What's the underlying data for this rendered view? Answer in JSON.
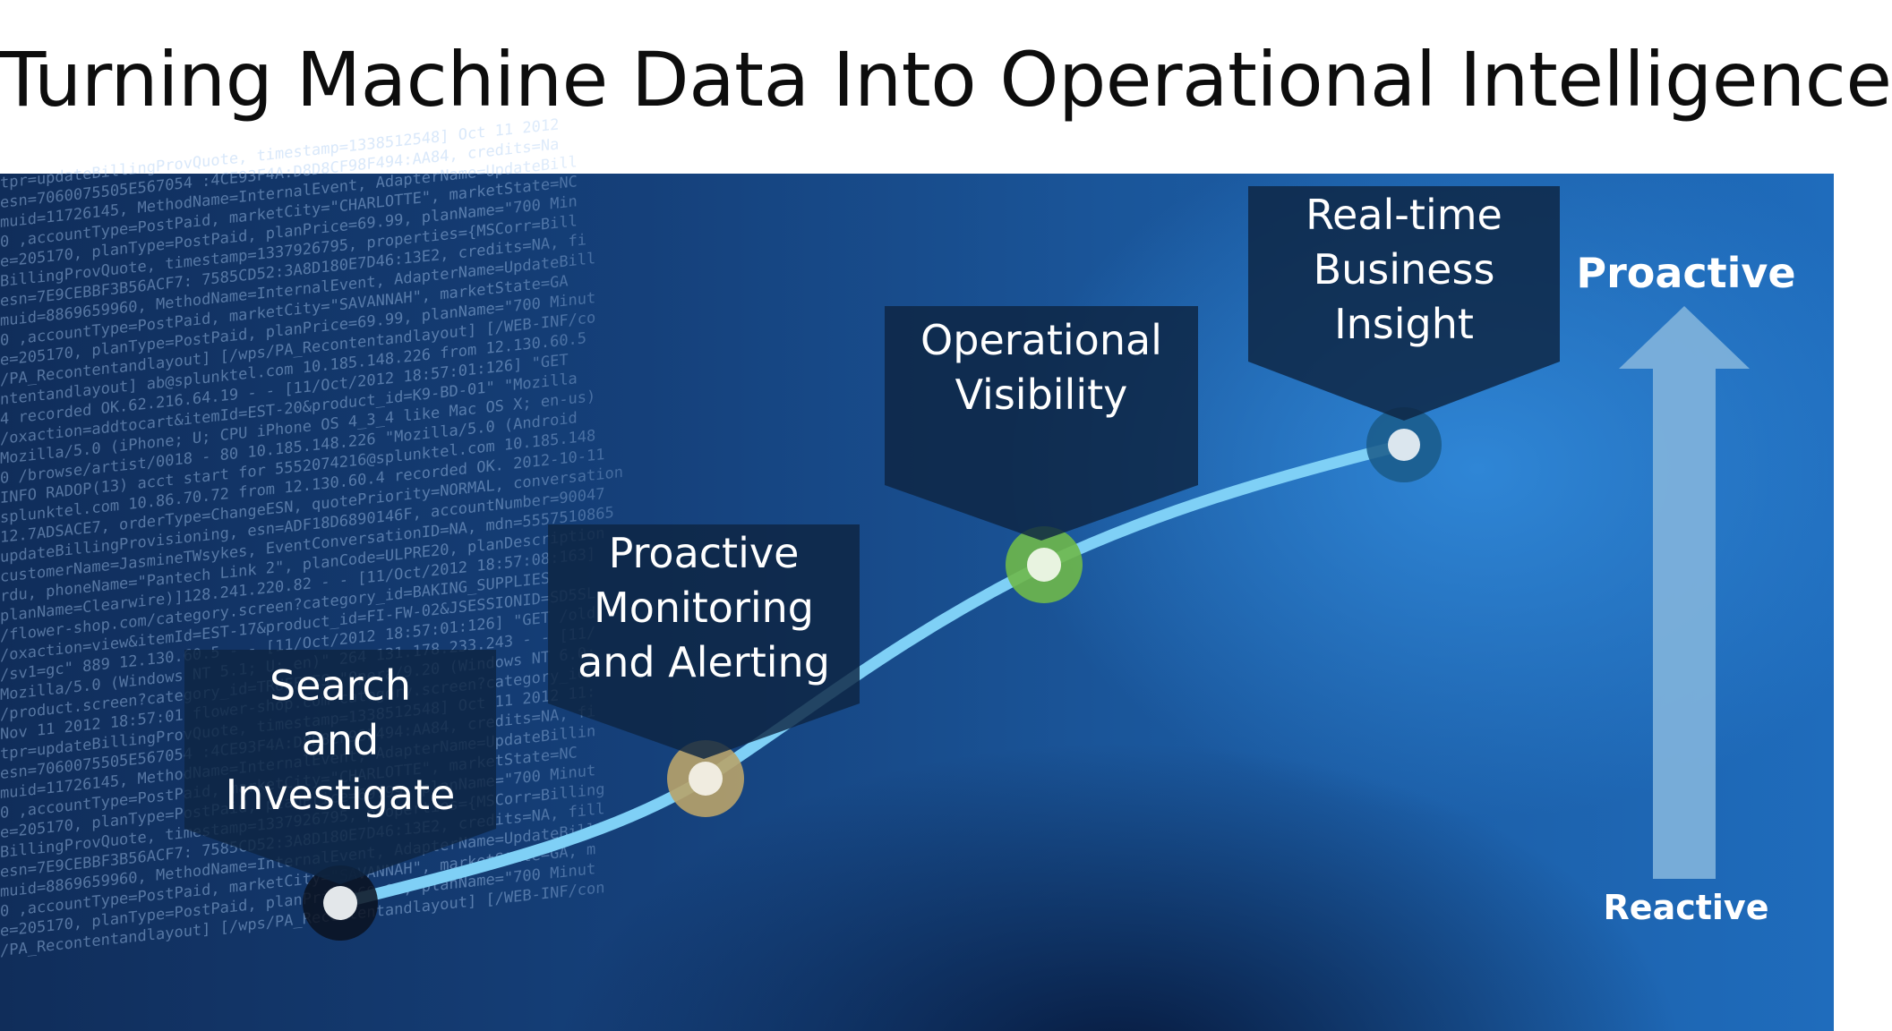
{
  "title": "Turning Machine Data Into Operational Intelligence",
  "axis": {
    "top_label": "Proactive",
    "bottom_label": "Reactive"
  },
  "stages": [
    {
      "lines": [
        "Search",
        "and",
        "Investigate"
      ],
      "marker_color": "#0b1220"
    },
    {
      "lines": [
        "Proactive",
        "Monitoring",
        "and Alerting"
      ],
      "marker_color": "#b8a36a"
    },
    {
      "lines": [
        "Operational",
        "Visibility"
      ],
      "marker_color": "#6fb84a"
    },
    {
      "lines": [
        "Real-time",
        "Business",
        "Insight"
      ],
      "marker_color": "#1a5a88"
    }
  ],
  "colors": {
    "curve": "#7fd0f6",
    "tag_fill": "#0d2542",
    "arrow": "#7fb2db"
  },
  "background_code": [
    "tpr=updateBillingProvQuote, timestamp=1338512548] Oct 11 2012",
    "esn=7060075505E567054 :4CE93F4A:D8D8CF98F494:AA84, credits=Na",
    "muid=11726145, MethodName=InternalEvent, AdapterName=UpdateBill",
    "0 ,accountType=PostPaid, marketCity=\"CHARLOTTE\", marketState=NC",
    "e=205170, planType=PostPaid, planPrice=69.99, planName=\"700 Min",
    "BillingProvQuote, timestamp=1337926795, properties={MSCorr=Bill",
    "esn=7E9CEBBF3B56ACF7: 7585CD52:3A8D180E7D46:13E2, credits=NA, fi",
    "muid=8869659960, MethodName=InternalEvent, AdapterName=UpdateBill",
    "0 ,accountType=PostPaid, marketCity=\"SAVANNAH\", marketState=GA",
    "e=205170, planType=PostPaid, planPrice=69.99, planName=\"700 Minut",
    "/PA_Recontentandlayout] [/wps/PA_Recontentandlayout] [/WEB-INF/co",
    "ntentandlayout] ab@splunktel.com 10.185.148.226 from 12.130.60.5",
    "4 recorded OK.62.216.64.19 - - [11/Oct/2012 18:57:01:126] \"GET",
    "/oxaction=addtocart&itemId=EST-20&product_id=K9-BD-01\" \"Mozilla",
    "Mozilla/5.0 (iPhone; U; CPU iPhone OS 4_3_4 like Mac OS X; en-us)",
    "0 /browse/artist/0018 - 80 10.185.148.226 \"Mozilla/5.0 (Android",
    "INFO RADOP(13) acct start for 5552074216@splunktel.com 10.185.148",
    "splunktel.com 10.86.70.72 from 12.130.60.4 recorded OK. 2012-10-11",
    "12.7ADSACE7, orderType=ChangeESN, quotePriority=NORMAL, conversation",
    "updateBillingProvisioning, esn=ADF18D6890146F, accountNumber=90047",
    "customerName=JasmineTWsykes, EventConversationID=NA, mdn=5557510865",
    "rdu, phoneName=\"Pantech Link 2\", planCode=ULPRE20, planDescription",
    "planName=Clearwire)]128.241.220.82 - - [11/Oct/2012 18:57:08:163]",
    "/flower-shop.com/category.screen?category_id=BAKING_SUPPLIES",
    "/oxaction=view&itemId=EST-17&product_id=FI-FW-02&JSESSIONID=SD5SL",
    "/sv1=gc\" 889 12.130.60.5 - - [11/Oct/2012 18:57:01:126] \"GET /old",
    "Mozilla/5.0 (Windows NT 5.1; U; en)\" 264 131.178.233.243 - - [11/",
    "/product.screen?category_id=TRUFFLES \"Opera/9.20 (Windows NT 6.0;",
    "Nov 11 2012 18:57:01 flower-shop.com category.screen?category_id",
    "tpr=updateBillingProvQuote, timestamp=1338512548] Oct 11 2012 11:",
    "esn=7060075505E567054 :4CE93F4A:D8D8CF98F494:AA84, credits=NA, fi",
    "muid=11726145, MethodName=InternalEvent, AdapterName=UpdateBillin",
    "0 ,accountType=PostPaid, marketCity=\"CHARLOTTE\", marketState=NC",
    "e=205170, planType=PostPaid, planPrice=69.99, planName=\"700 Minut",
    "BillingProvQuote, timestamp=1337926795, properties={MSCorr=Billing",
    "esn=7E9CEBBF3B56ACF7: 7585CD52:3A8D180E7D46:13E2, credits=NA, fill",
    "muid=8869659960, MethodName=InternalEvent, AdapterName=UpdateBilli",
    "0 ,accountType=PostPaid, marketCity=\"SAVANNAH\", marketState=GA, m",
    "e=205170, planType=PostPaid, planPrice=69.99, planName=\"700 Minut",
    "/PA_Recontentandlayout] [/wps/PA_Recontentandlayout] [/WEB-INF/con"
  ]
}
